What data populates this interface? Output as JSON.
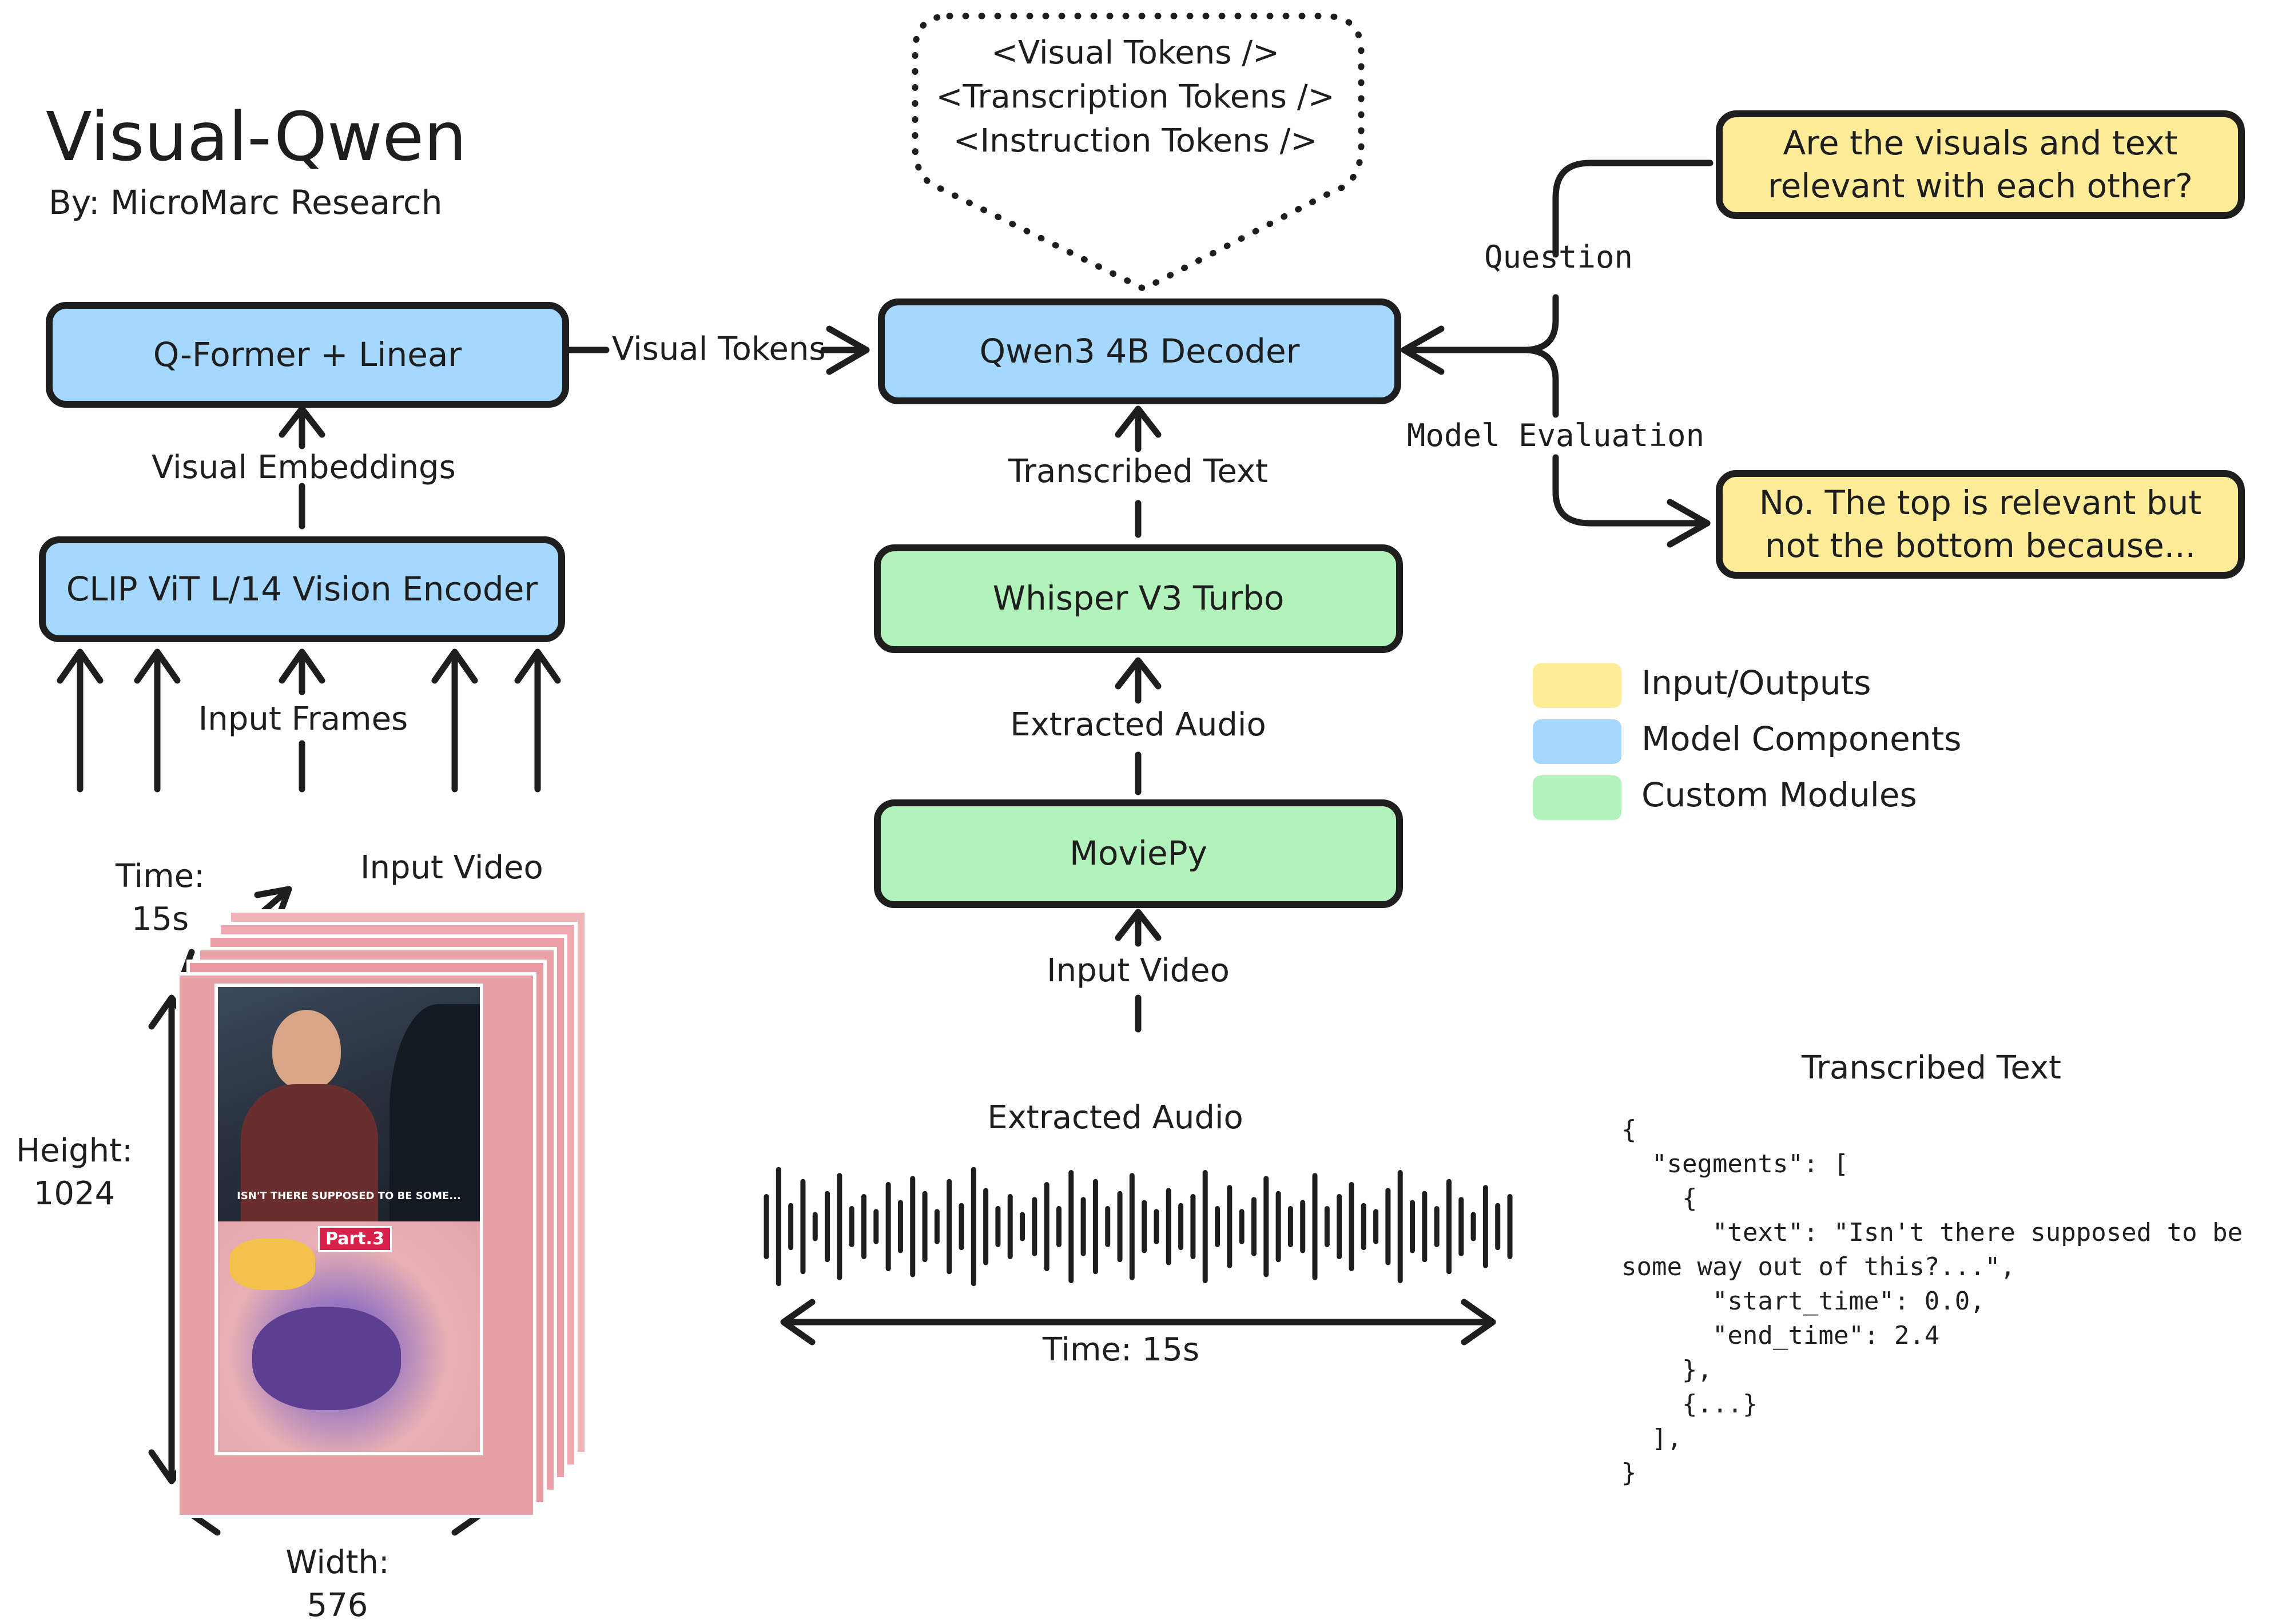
{
  "title": "Visual-Qwen",
  "subtitle": "By: MicroMarc Research",
  "boxes": {
    "qformer": "Q-Former + Linear",
    "clip": "CLIP ViT L/14 Vision Encoder",
    "decoder": "Qwen3 4B Decoder",
    "whisper": "Whisper V3 Turbo",
    "moviepy": "MoviePy",
    "question": "Are the visuals and text relevant with each other?",
    "answer": "No. The top is relevant but not the bottom because..."
  },
  "tokens": [
    "<Visual Tokens />",
    "<Transcription Tokens />",
    "<Instruction Tokens />"
  ],
  "labels": {
    "visual_tokens": "Visual Tokens",
    "visual_embeddings": "Visual Embeddings",
    "input_frames": "Input Frames",
    "transcribed_text": "Transcribed Text",
    "extracted_audio": "Extracted Audio",
    "input_video": "Input Video",
    "question": "Question",
    "model_evaluation": "Model Evaluation"
  },
  "legend": [
    {
      "label": "Input/Outputs",
      "color": "#ffec99"
    },
    {
      "label": "Model Components",
      "color": "#a5d8ff"
    },
    {
      "label": "Custom Modules",
      "color": "#b2f2bb"
    }
  ],
  "video": {
    "title": "Input Video",
    "time_label": "Time:",
    "time_value": "15s",
    "height_label": "Height:",
    "height_value": "1024",
    "width_label": "Width:",
    "width_value": "576",
    "caption": "ISN'T THERE SUPPOSED TO BE SOME...",
    "badge": "Part.3"
  },
  "audio": {
    "title": "Extracted Audio",
    "time_label": "Time: 15s",
    "waveform_levels": [
      0.5,
      0.95,
      0.35,
      0.75,
      0.2,
      0.55,
      0.85,
      0.3,
      0.5,
      0.25,
      0.7,
      0.4,
      0.8,
      0.55,
      0.25,
      0.75,
      0.35,
      0.95,
      0.6,
      0.3,
      0.5,
      0.2,
      0.45,
      0.7,
      0.3,
      0.9,
      0.45,
      0.75,
      0.3,
      0.55,
      0.85,
      0.4,
      0.25,
      0.6,
      0.35,
      0.5,
      0.9,
      0.3,
      0.65,
      0.25,
      0.45,
      0.8,
      0.55,
      0.3,
      0.4,
      0.85,
      0.3,
      0.5,
      0.7,
      0.35,
      0.25,
      0.6,
      0.9,
      0.4,
      0.55,
      0.3,
      0.75,
      0.45,
      0.2,
      0.65,
      0.35,
      0.5
    ]
  },
  "transcript": {
    "title": "Transcribed Text",
    "lines": [
      "{",
      "  \"segments\": [",
      "    {",
      "      \"text\": \"Isn't there supposed to be",
      "some way out of this?...\",",
      "      \"start_time\": 0.0,",
      "      \"end_time\": 2.4",
      "    },",
      "    {...}",
      "  ],",
      "}"
    ]
  }
}
